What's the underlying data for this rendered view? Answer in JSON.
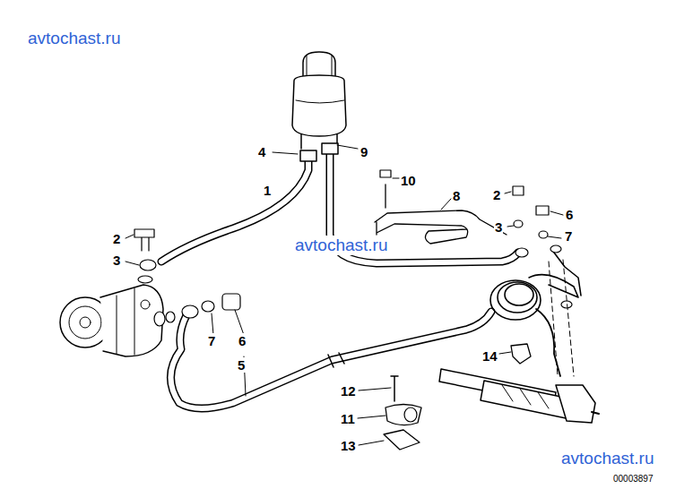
{
  "diagram": {
    "labels": [
      "avtochast.ru",
      "4",
      "9",
      "1",
      "10",
      "8",
      "2",
      "6",
      "2",
      "avtochast.ru",
      "3",
      "7",
      "3",
      "7",
      "6",
      "5",
      "14",
      "12",
      "11",
      "13",
      "avtochast.ru",
      "00003897"
    ]
  }
}
